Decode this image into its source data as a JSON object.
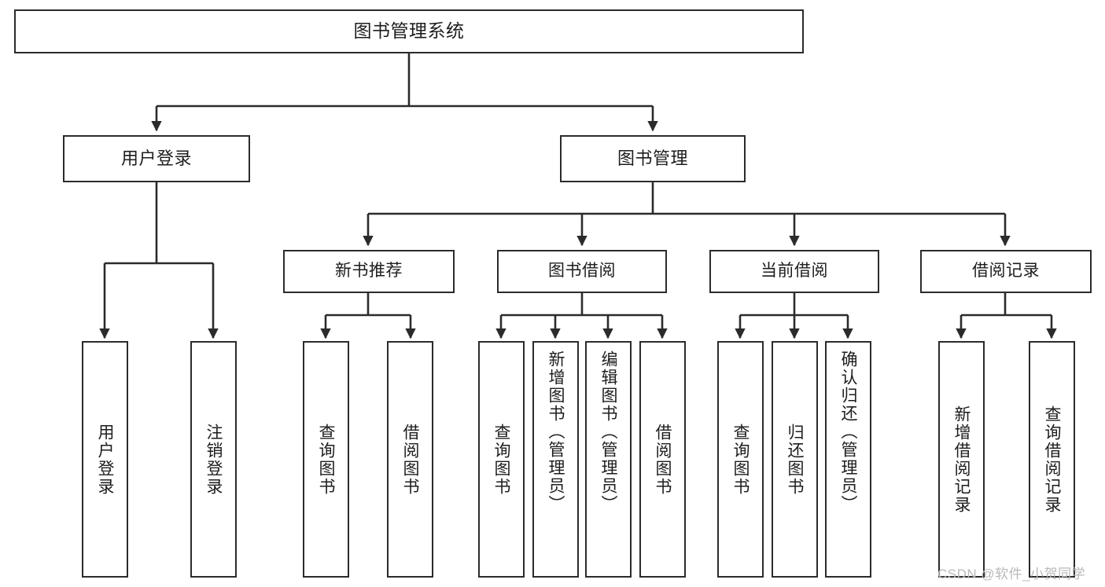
{
  "diagram": {
    "title": "图书管理系统",
    "type": "tree",
    "stroke_color": "#2b2b2b",
    "background_color": "#ffffff",
    "text_color": "#1d1d1d"
  },
  "nodes": {
    "root": {
      "label": "图书管理系统"
    },
    "level2": [
      {
        "id": "user-login",
        "label": "用户登录"
      },
      {
        "id": "book-manage",
        "label": "图书管理"
      }
    ],
    "level3": [
      {
        "id": "new-book-recommend",
        "label": "新书推荐"
      },
      {
        "id": "book-borrow",
        "label": "图书借阅"
      },
      {
        "id": "current-borrow",
        "label": "当前借阅"
      },
      {
        "id": "borrow-record",
        "label": "借阅记录"
      }
    ],
    "leaves": {
      "user-login": [
        {
          "id": "leaf-user-login",
          "label": "用户登录"
        },
        {
          "id": "leaf-logout-login",
          "label": "注销登录"
        }
      ],
      "new-book-recommend": [
        {
          "id": "leaf-query-book-1",
          "label": "查询图书"
        },
        {
          "id": "leaf-borrow-book-1",
          "label": "借阅图书"
        }
      ],
      "book-borrow": [
        {
          "id": "leaf-query-book-2",
          "label": "查询图书"
        },
        {
          "id": "leaf-add-book",
          "label": "新增图书（管理员）"
        },
        {
          "id": "leaf-edit-book",
          "label": "编辑图书（管理员）"
        },
        {
          "id": "leaf-borrow-book-2",
          "label": "借阅图书"
        }
      ],
      "current-borrow": [
        {
          "id": "leaf-query-book-3",
          "label": "查询图书"
        },
        {
          "id": "leaf-return-book",
          "label": "归还图书"
        },
        {
          "id": "leaf-confirm-return",
          "label": "确认归还（管理员）"
        }
      ],
      "borrow-record": [
        {
          "id": "leaf-add-record",
          "label": "新增借阅记录"
        },
        {
          "id": "leaf-query-record",
          "label": "查询借阅记录"
        }
      ]
    }
  },
  "watermark": {
    "text": "CSDN @软件_小贺同学",
    "color": "#b9b9b9"
  }
}
